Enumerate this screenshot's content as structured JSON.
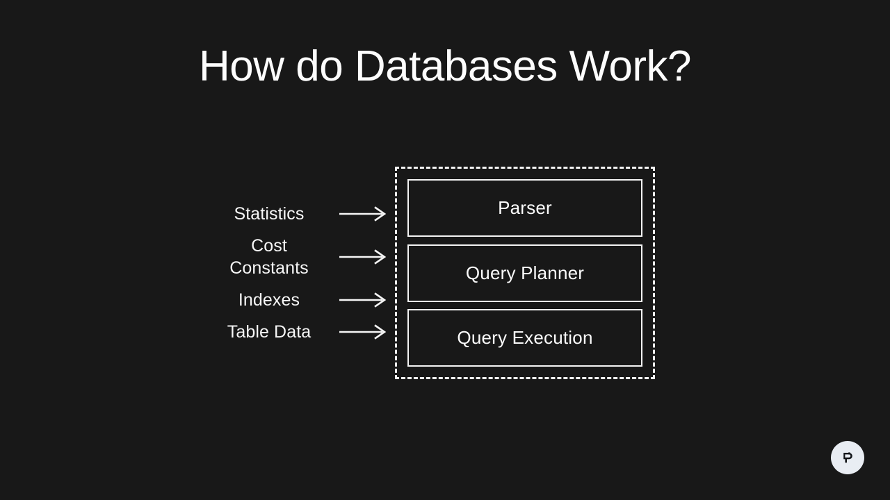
{
  "slide": {
    "title": "How do Databases Work?",
    "background_color": "#181818",
    "foreground_color": "#f6f6f6"
  },
  "inputs": [
    {
      "label": "Statistics",
      "line2": "",
      "arrow": "arrow-right-icon"
    },
    {
      "label": "Cost",
      "line2": "Constants",
      "arrow": "arrow-right-icon"
    },
    {
      "label": "Indexes",
      "line2": "",
      "arrow": "arrow-right-icon"
    },
    {
      "label": "Table Data",
      "line2": "",
      "arrow": "arrow-right-icon"
    }
  ],
  "engine": {
    "border_style": "dashed",
    "stages": [
      {
        "label": "Parser"
      },
      {
        "label": "Query Planner"
      },
      {
        "label": "Query Execution"
      }
    ]
  },
  "badge": {
    "icon": "pitch-logo-icon",
    "circle_color": "#e9edf3",
    "mark_color": "#14161a"
  }
}
